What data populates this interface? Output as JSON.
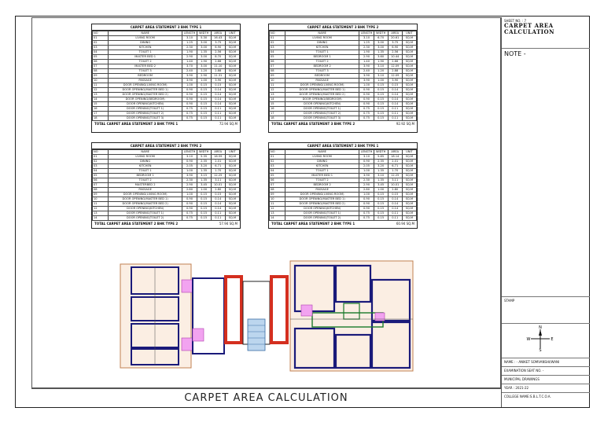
{
  "sheet": {
    "sheet_no": "SHEET NO. : 7",
    "title_line1": "CARPET AREA",
    "title_line2": "CALCULATION",
    "note": "NOTE -",
    "stamp": "STAMP"
  },
  "title_block": {
    "name": "NAME : - ANIKET SOMVANSHI/WANI",
    "exam_seat": "EXAMINATION SEAT NO. -",
    "project": "MUNICIPAL DRAWINGS",
    "year": "YEAR : 2021-22",
    "college": "COLLEGE NAME:S.B.L.T.C.O.A."
  },
  "footer_title": "CARPET AREA CALCULATION",
  "compass": {
    "n": "N",
    "s": "S",
    "e": "E",
    "w": "W"
  },
  "header": {
    "no": "NO",
    "name": "NAME",
    "length": "LENGTH",
    "width": "WIDTH",
    "area": "AREA",
    "unit": "UNIT"
  },
  "tables": [
    {
      "title": "CARPET AREA STATEMENT 3 BHK TYPE 1",
      "rows": [
        [
          "01",
          "LIVING ROOM",
          "3.10",
          "5.30",
          "16.43",
          "SQ.M"
        ],
        [
          "02",
          "DINING",
          "1.25",
          "3.00",
          "3.75",
          "SQ.M"
        ],
        [
          "03",
          "KITCHEN",
          "2.30",
          "3.00",
          "6.90",
          "SQ.M"
        ],
        [
          "04",
          "TOILET 1",
          "1.90",
          "1.35",
          "2.56",
          "SQ.M"
        ],
        [
          "05",
          "MASTER BED 1",
          "2.90",
          "3.00",
          "8.70",
          "SQ.M"
        ],
        [
          "06",
          "TOILET 2",
          "1.40",
          "1.90",
          "2.66",
          "SQ.M"
        ],
        [
          "07",
          "MASTER BED 2",
          "3.70",
          "3.00",
          "11.10",
          "SQ.M"
        ],
        [
          "08",
          "TOILET 3",
          "2.40",
          "1.20",
          "2.88",
          "SQ.M"
        ],
        [
          "09",
          "BEDROOM",
          "3.90",
          "2.90",
          "11.31",
          "SQ.M"
        ],
        [
          "10",
          "PASSAGE",
          "3.90",
          "1.00",
          "3.90",
          "SQ.M"
        ],
        [
          "11",
          "DOOR OPENING(LIVING ROOM)",
          "1.00",
          "0.15",
          "0.15",
          "SQ.M"
        ],
        [
          "12",
          "DOOR OPENING(MASTER BED 1)",
          "0.90",
          "0.15",
          "0.14",
          "SQ.M"
        ],
        [
          "13",
          "DOOR OPENING(MASTER BED 2)",
          "0.90",
          "0.15",
          "0.14",
          "SQ.M"
        ],
        [
          "14",
          "DOOR OPENING(BEDROOM)",
          "0.90",
          "0.15",
          "0.14",
          "SQ.M"
        ],
        [
          "15",
          "DOOR OPENING(KITCHEN)",
          "0.90",
          "0.15",
          "0.14",
          "SQ.M"
        ],
        [
          "16",
          "DOOR OPENING(TOILET 1)",
          "0.75",
          "0.15",
          "0.11",
          "SQ.M"
        ],
        [
          "17",
          "DOOR OPENING(TOILET 2)",
          "0.75",
          "0.15",
          "0.11",
          "SQ.M"
        ],
        [
          "18",
          "DOOR OPENING(TOILET 3)",
          "0.75",
          "0.15",
          "0.11",
          "SQ.M"
        ]
      ],
      "total_label": "TOTAL CARPET AREA STATEMENT 3 BHK TYPE 1",
      "total_value": "72.94",
      "total_unit": "SQ.M"
    },
    {
      "title": "CARPET AREA STATEMENT 3 BHK TYPE 2",
      "rows": [
        [
          "01",
          "LIVING ROOM",
          "3.10",
          "6.70",
          "20.61",
          "SQ.M"
        ],
        [
          "02",
          "DINING",
          "1.25",
          "3.00",
          "3.75",
          "SQ.M"
        ],
        [
          "03",
          "KITCHEN",
          "2.30",
          "3.00",
          "6.90",
          "SQ.M"
        ],
        [
          "04",
          "TOILET 1",
          "1.90",
          "1.35",
          "2.56",
          "SQ.M"
        ],
        [
          "05",
          "BEDROOM 1",
          "2.90",
          "3.60",
          "10.44",
          "SQ.M"
        ],
        [
          "06",
          "TOILET 2",
          "1.40",
          "1.90",
          "2.66",
          "SQ.M"
        ],
        [
          "07",
          "BEDROOM 2",
          "3.90",
          "3.10",
          "12.09",
          "SQ.M"
        ],
        [
          "08",
          "TOILET 3",
          "2.40",
          "1.20",
          "2.88",
          "SQ.M"
        ],
        [
          "09",
          "BEDROOM",
          "3.90",
          "3.10",
          "12.09",
          "SQ.M"
        ],
        [
          "10",
          "PASSAGE",
          "3.90",
          "1.00",
          "3.90",
          "SQ.M"
        ],
        [
          "11",
          "DOOR OPENING(LIVING ROOM)",
          "1.00",
          "0.15",
          "0.15",
          "SQ.M"
        ],
        [
          "12",
          "DOOR OPENING(MASTER BED 1)",
          "0.90",
          "0.15",
          "0.14",
          "SQ.M"
        ],
        [
          "13",
          "DOOR OPENING(MASTER BED 2)",
          "0.90",
          "0.15",
          "0.14",
          "SQ.M"
        ],
        [
          "14",
          "DOOR OPENING(BEDROOM)",
          "0.90",
          "0.15",
          "0.14",
          "SQ.M"
        ],
        [
          "15",
          "DOOR OPENING(KITCHEN)",
          "0.90",
          "0.15",
          "0.14",
          "SQ.M"
        ],
        [
          "16",
          "DOOR OPENING(TOILET 1)",
          "0.75",
          "0.15",
          "0.11",
          "SQ.M"
        ],
        [
          "17",
          "DOOR OPENING(TOILET 2)",
          "0.75",
          "0.15",
          "0.11",
          "SQ.M"
        ],
        [
          "18",
          "DOOR OPENING(TOILET 3)",
          "0.75",
          "0.15",
          "0.11",
          "SQ.M"
        ]
      ],
      "total_label": "TOTAL CARPET AREA STATEMENT 3 BHK TYPE 2",
      "total_value": "92.92",
      "total_unit": "SQ.M"
    },
    {
      "title": "CARPET AREA STATEMENT 2 BHK TYPE 2",
      "rows": [
        [
          "01",
          "LIVING ROOM",
          "3.10",
          "5.35",
          "16.59",
          "SQ.M"
        ],
        [
          "02",
          "DINING",
          "0.90",
          "2.35",
          "2.01",
          "SQ.M"
        ],
        [
          "03",
          "KITCHEN",
          "2.05",
          "3.20",
          "6.71",
          "SQ.M"
        ],
        [
          "04",
          "TOILET 1",
          "1.00",
          "1.35",
          "1.70",
          "SQ.M"
        ],
        [
          "05",
          "BEDROOM 1",
          "3.90",
          "3.15",
          "12.25",
          "SQ.M"
        ],
        [
          "06",
          "TOILET 2",
          "2.30",
          "1.35",
          "3.11",
          "SQ.M"
        ],
        [
          "07",
          "MASTERBED 2",
          "2.90",
          "3.45",
          "10.01",
          "SQ.M"
        ],
        [
          "08",
          "PASSAGE",
          "2.80",
          "1.00",
          "2.80",
          "SQ.M"
        ],
        [
          "09",
          "DOOR OPENING(LIVING ROOM)",
          "1.00",
          "0.15",
          "0.15",
          "SQ.M"
        ],
        [
          "10",
          "DOOR OPENING(MASTER BED 1)",
          "0.90",
          "0.15",
          "0.14",
          "SQ.M"
        ],
        [
          "11",
          "DOOR OPENING(MASTER BED 2)",
          "0.90",
          "0.15",
          "0.14",
          "SQ.M"
        ],
        [
          "12",
          "DOOR OPENING(KITCHEN)",
          "0.90",
          "0.15",
          "0.14",
          "SQ.M"
        ],
        [
          "13",
          "DOOR OPENING(TOILET 1)",
          "0.75",
          "0.15",
          "0.11",
          "SQ.M"
        ],
        [
          "14",
          "DOOR OPENING(TOILET 2)",
          "0.75",
          "0.15",
          "0.11",
          "SQ.M"
        ]
      ],
      "total_label": "TOTAL CARPET AREA STATEMENT 2 BHK TYPE 2",
      "total_value": "57.94",
      "total_unit": "SQ.M"
    },
    {
      "title": "CARPET AREA STATEMENT 2 BHK TYPE 1",
      "rows": [
        [
          "01",
          "LIVING ROOM",
          "3.10",
          "5.85",
          "18.14",
          "SQ.M"
        ],
        [
          "02",
          "DINING",
          "0.90",
          "2.35",
          "2.01",
          "SQ.M"
        ],
        [
          "03",
          "KITCHEN",
          "2.05",
          "3.20",
          "6.71",
          "SQ.M"
        ],
        [
          "04",
          "TOILET 1",
          "1.00",
          "1.35",
          "1.70",
          "SQ.M"
        ],
        [
          "05",
          "MASTER BED 1",
          "3.90",
          "3.10",
          "12.25",
          "SQ.M"
        ],
        [
          "06",
          "TOILET 2",
          "2.30",
          "1.35",
          "3.11",
          "SQ.M"
        ],
        [
          "07",
          "BEDROOM 2",
          "2.90",
          "3.45",
          "10.01",
          "SQ.M"
        ],
        [
          "08",
          "PASSAGE",
          "2.80",
          "1.00",
          "2.80",
          "SQ.M"
        ],
        [
          "09",
          "DOOR OPENING(LIVING ROOM)",
          "1.00",
          "0.15",
          "0.15",
          "SQ.M"
        ],
        [
          "10",
          "DOOR OPENING(MASTER BED 1)",
          "0.90",
          "0.15",
          "0.14",
          "SQ.M"
        ],
        [
          "11",
          "DOOR OPENING(MASTER BED 2)",
          "0.90",
          "0.15",
          "0.14",
          "SQ.M"
        ],
        [
          "12",
          "DOOR OPENING(KITCHEN)",
          "0.90",
          "0.15",
          "0.14",
          "SQ.M"
        ],
        [
          "13",
          "DOOR OPENING(TOILET 1)",
          "0.75",
          "0.15",
          "0.11",
          "SQ.M"
        ],
        [
          "14",
          "DOOR OPENING(TOILET 2)",
          "0.75",
          "0.15",
          "0.11",
          "SQ.M"
        ]
      ],
      "total_label": "TOTAL CARPET AREA STATEMENT 2 BHK TYPE 1",
      "total_value": "60.94",
      "total_unit": "SQ.M"
    }
  ]
}
